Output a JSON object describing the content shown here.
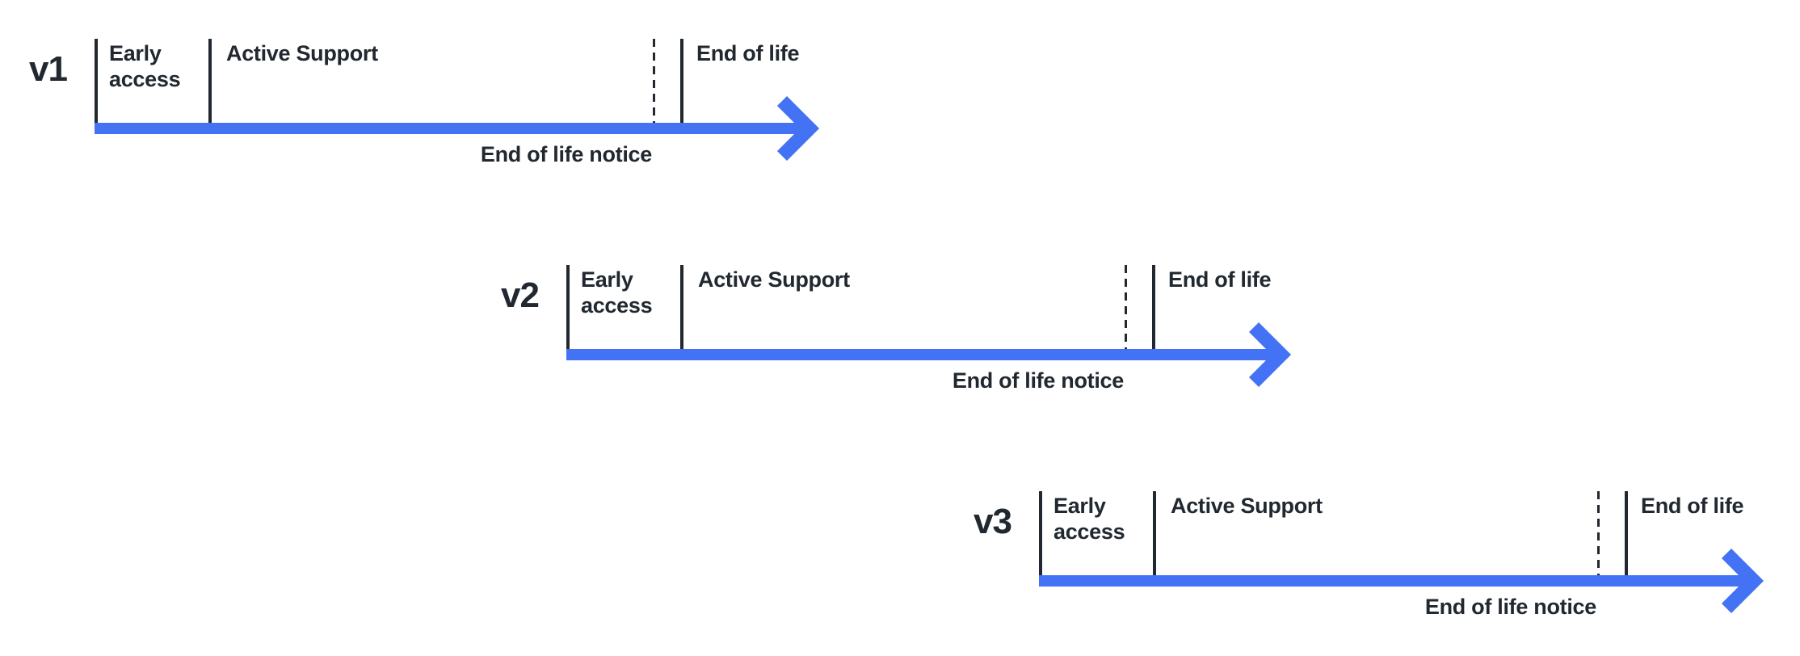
{
  "colors": {
    "arrow_blue": "#4372F4",
    "ink": "#212830"
  },
  "timelines": [
    {
      "version": "v1",
      "phases": {
        "early_access": "Early access",
        "active_support": "Active Support",
        "end_of_life": "End of life",
        "end_of_life_notice": "End of life notice"
      }
    },
    {
      "version": "v2",
      "phases": {
        "early_access": "Early access",
        "active_support": "Active Support",
        "end_of_life": "End of life",
        "end_of_life_notice": "End of life notice"
      }
    },
    {
      "version": "v3",
      "phases": {
        "early_access": "Early access",
        "active_support": "Active Support",
        "end_of_life": "End of life",
        "end_of_life_notice": "End of life notice"
      }
    }
  ]
}
